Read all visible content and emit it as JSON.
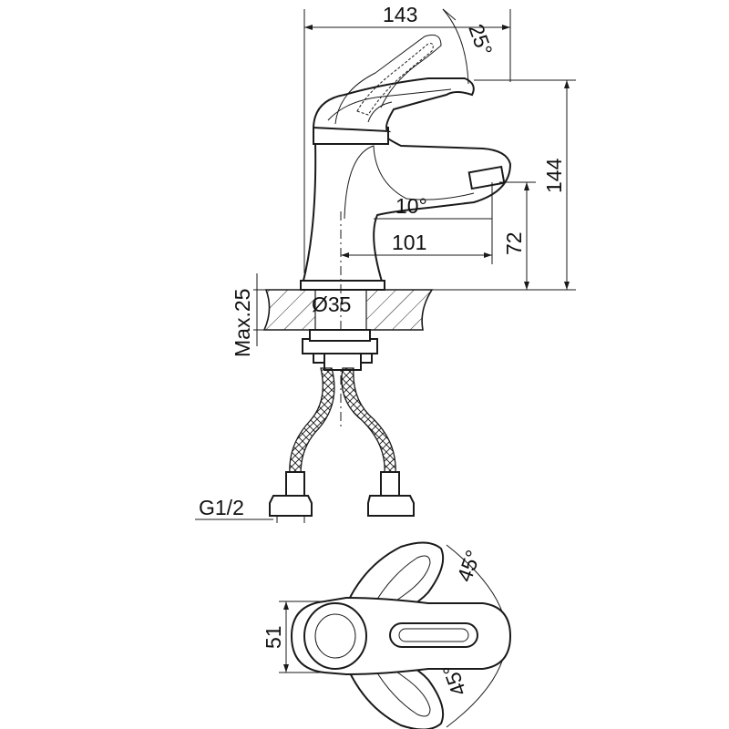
{
  "dimensions": {
    "width_top": "143",
    "lever_angle": "25°",
    "total_height": "144",
    "spout_angle": "10°",
    "spout_reach": "101",
    "spout_height": "72",
    "max_thickness": "Max.25",
    "hole_diameter": "Ø35",
    "thread": "G1/2",
    "base_width": "51",
    "rotate_up": "45°",
    "rotate_down": "45°"
  },
  "colors": {
    "line": "#1a1a1a",
    "background": "#ffffff"
  }
}
